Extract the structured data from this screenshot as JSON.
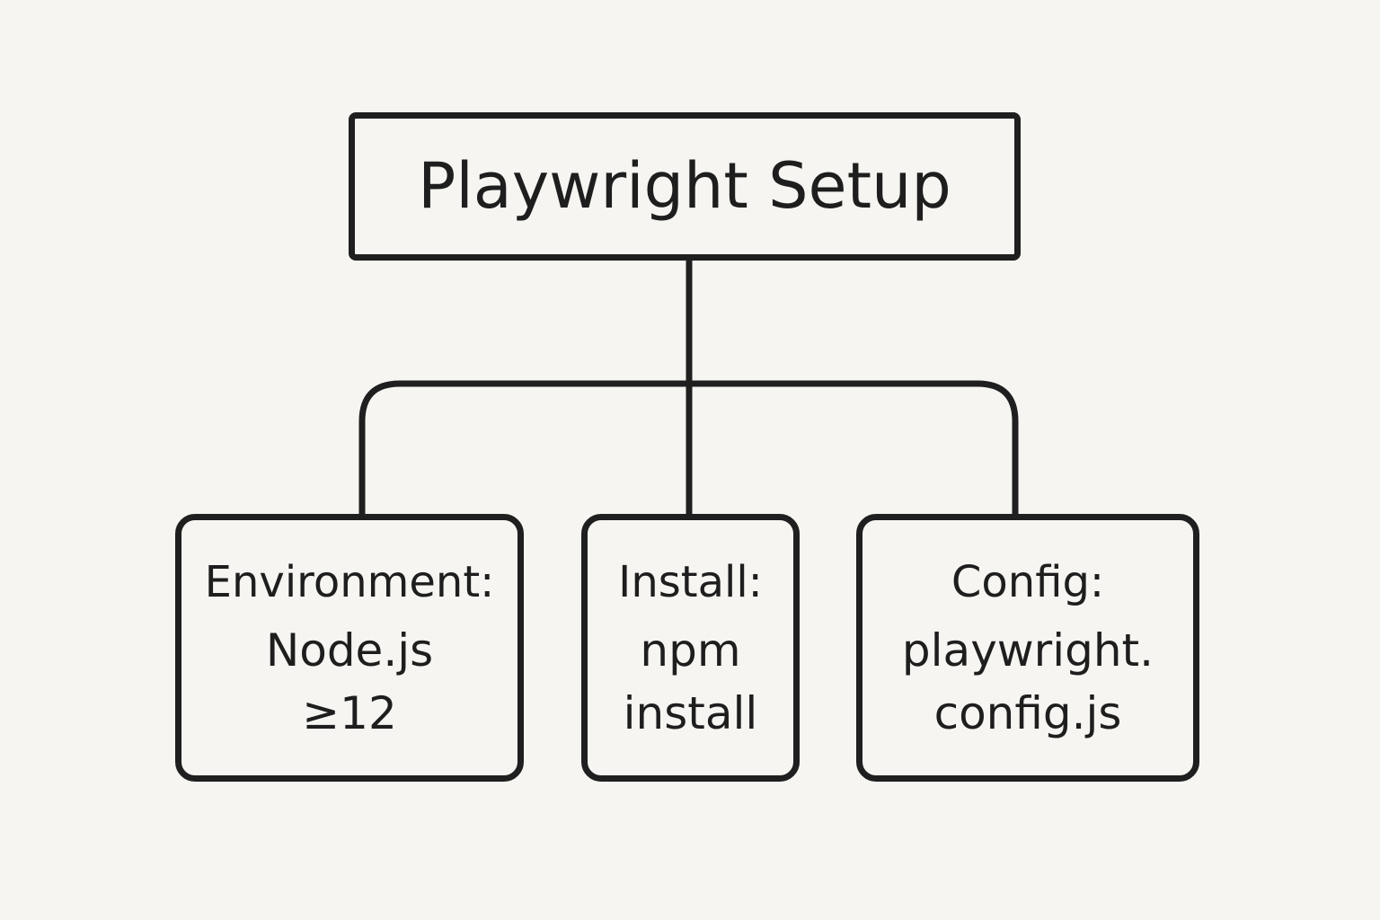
{
  "root": {
    "label": "Playwright Setup"
  },
  "children": [
    {
      "lines": [
        "Environment:",
        "Node.js",
        "≥12"
      ]
    },
    {
      "lines": [
        "Install:",
        "npm",
        "install"
      ]
    },
    {
      "lines": [
        "Config:",
        "playwright.",
        "config.js"
      ]
    }
  ],
  "colors": {
    "background": "#f6f5f1",
    "ink": "#1f1f1f"
  }
}
